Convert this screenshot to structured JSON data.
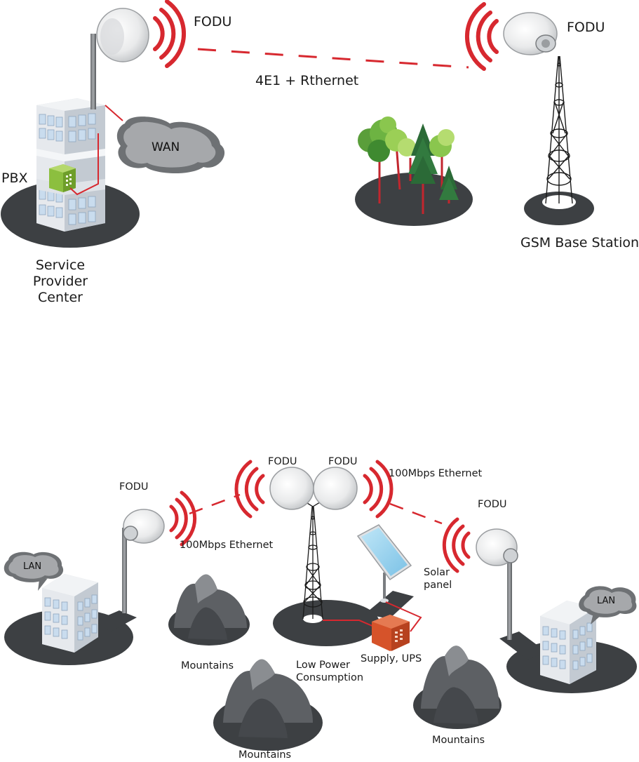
{
  "top": {
    "fodu_left": "FODU",
    "fodu_right": "FODU",
    "link_label": "4E1 + Rthernet",
    "pbx": "PBX",
    "wan": "WAN",
    "provider_center": "Service\nProvider\nCenter",
    "gsm": "GSM Base Station"
  },
  "bottom": {
    "fodu_left": "FODU",
    "fodu_center_left": "FODU",
    "fodu_center_right": "FODU",
    "fodu_right": "FODU",
    "ethernet_left": "100Mbps Ethernet",
    "ethernet_right": "100Mbps Ethernet",
    "lan_left": "LAN",
    "lan_right": "LAN",
    "solar_panel": "Solar\npanel",
    "supply_ups": "Supply, UPS",
    "low_power": "Low Power\nConsumption",
    "mountains_left": "Mountains",
    "mountains_bottom": "Mountains",
    "mountains_right": "Mountains"
  },
  "colors": {
    "signal_red": "#d7282f",
    "ground_dark": "#3d4043",
    "cloud_gray": "#8d8f92",
    "building_light": "#e3e6ea",
    "window_blue": "#c9dcee",
    "tree_green": "#5a9e3a",
    "pine_green": "#2b6a37",
    "ups_orange": "#d6532a",
    "pbx_green": "#8cbf3f",
    "panel_blue": "#9dd3ee"
  }
}
